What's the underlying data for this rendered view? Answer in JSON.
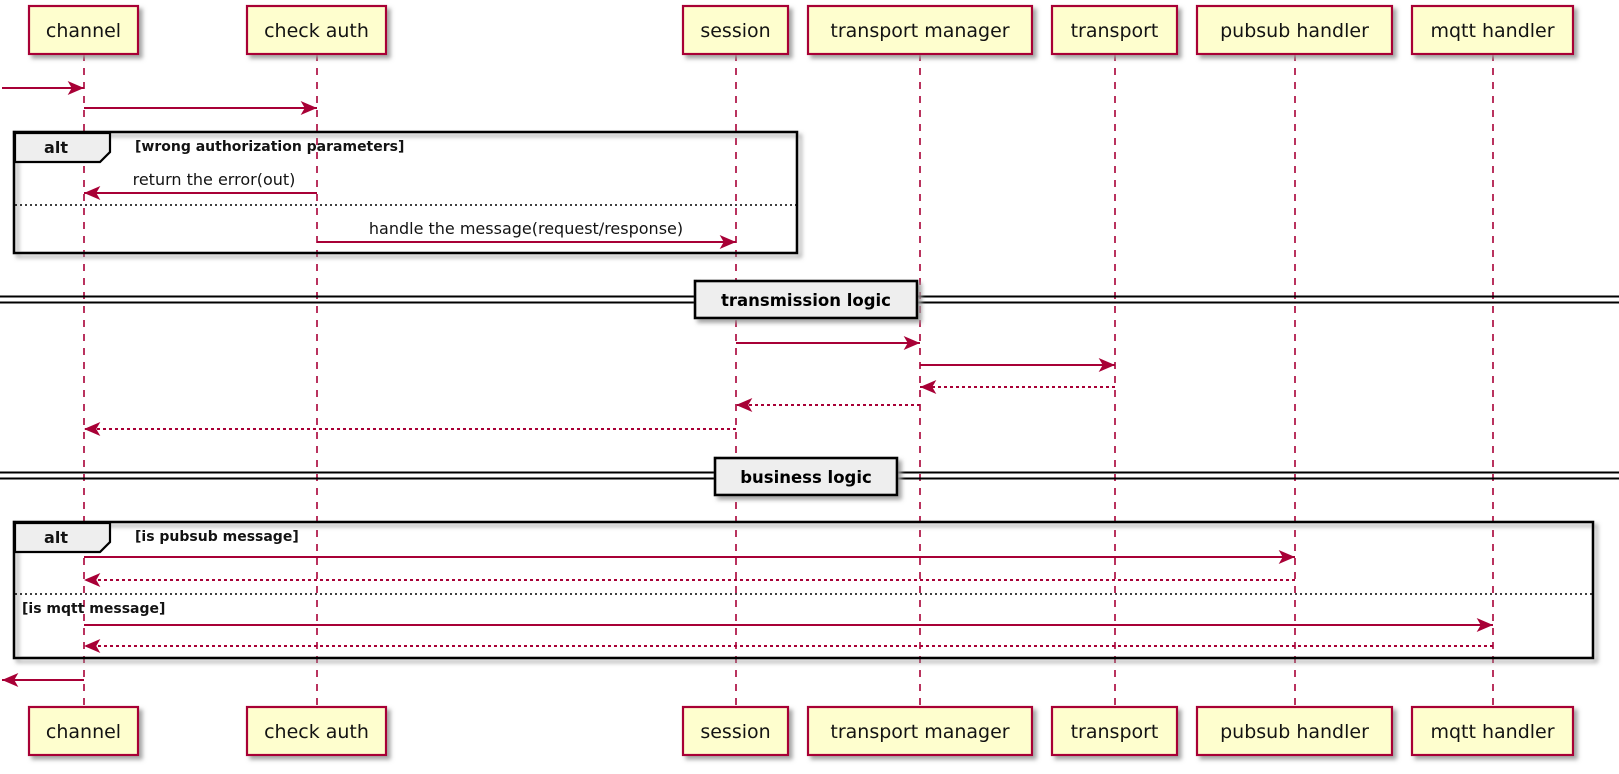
{
  "diagram": {
    "type": "uml-sequence-diagram",
    "colors": {
      "arrow": "#A80036",
      "lifeline": "#A80036",
      "participant_fill": "#FEFECE",
      "participant_border": "#A80036",
      "frame_border": "#000000",
      "fragment_header_fill": "#EEEEEE",
      "divider_fill": "#EEEEEE"
    },
    "participants": [
      {
        "label": "channel"
      },
      {
        "label": "check auth"
      },
      {
        "label": "session"
      },
      {
        "label": "transport manager"
      },
      {
        "label": "transport"
      },
      {
        "label": "pubsub handler"
      },
      {
        "label": "mqtt handler"
      }
    ],
    "fragments": [
      {
        "operator": "alt",
        "condition": "[wrong authorization parameters]"
      },
      {
        "operator": "alt",
        "condition": "[is pubsub message]",
        "else_condition": "[is mqtt message]"
      }
    ],
    "dividers": [
      {
        "label": "transmission logic"
      },
      {
        "label": "business logic"
      }
    ],
    "messages": [
      {
        "from": "outside",
        "to": "channel",
        "style": "solid",
        "label": ""
      },
      {
        "from": "channel",
        "to": "check auth",
        "style": "solid",
        "label": ""
      },
      {
        "from": "check auth",
        "to": "channel",
        "style": "solid",
        "label": "return the error(out)"
      },
      {
        "from": "check auth",
        "to": "session",
        "style": "solid",
        "label": "handle the message(request/response)"
      },
      {
        "from": "session",
        "to": "transport manager",
        "style": "solid",
        "label": ""
      },
      {
        "from": "transport manager",
        "to": "transport",
        "style": "solid",
        "label": ""
      },
      {
        "from": "transport",
        "to": "transport manager",
        "style": "dotted",
        "label": ""
      },
      {
        "from": "transport manager",
        "to": "session",
        "style": "dotted",
        "label": ""
      },
      {
        "from": "session",
        "to": "channel",
        "style": "dotted",
        "label": ""
      },
      {
        "from": "channel",
        "to": "pubsub handler",
        "style": "solid",
        "label": ""
      },
      {
        "from": "pubsub handler",
        "to": "channel",
        "style": "dotted",
        "label": ""
      },
      {
        "from": "channel",
        "to": "mqtt handler",
        "style": "solid",
        "label": ""
      },
      {
        "from": "mqtt handler",
        "to": "channel",
        "style": "dotted",
        "label": ""
      },
      {
        "from": "channel",
        "to": "outside",
        "style": "solid",
        "label": ""
      }
    ],
    "message_labels": {
      "return_error": "return the error(out)",
      "handle_message": "handle the message(request/response)"
    }
  }
}
